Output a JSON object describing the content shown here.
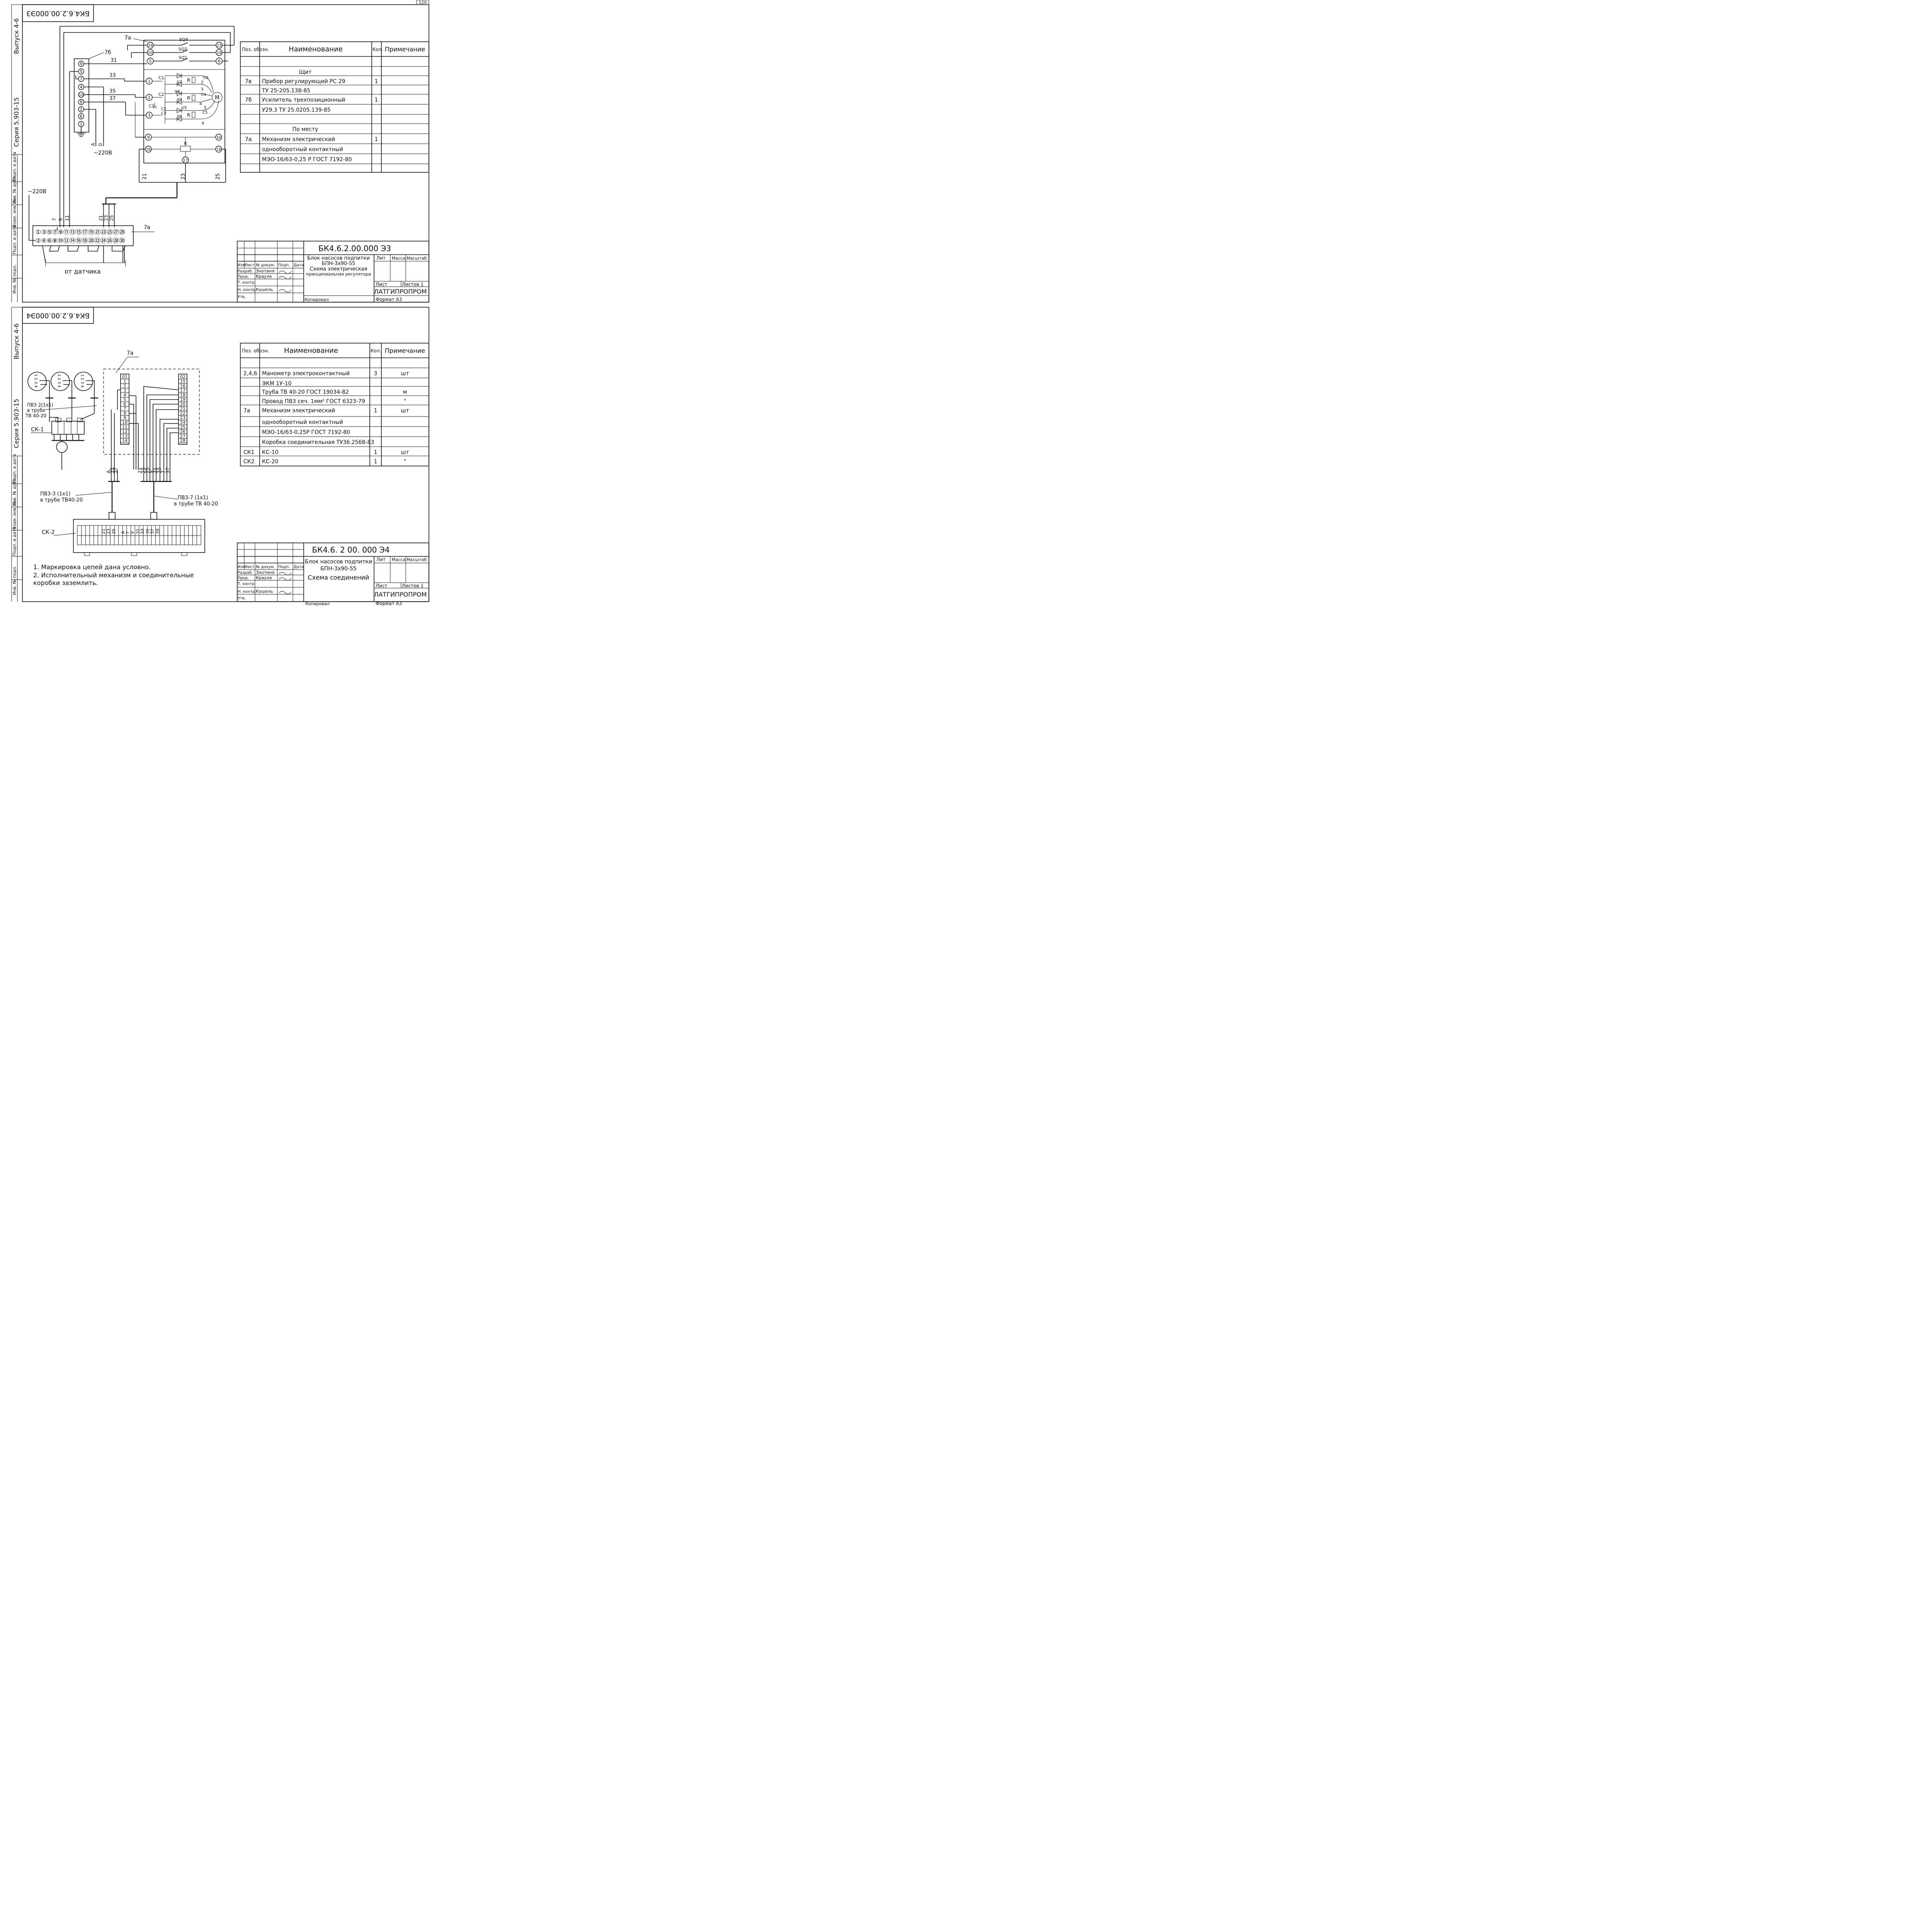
{
  "page_number": "120",
  "sheet1": {
    "code_box": "БК4.6.2.00.000Э3",
    "side": {
      "vypusk": "Выпуск 4-6",
      "seriya": "Серия 5.903-15",
      "cells": [
        "Подп. и дата",
        "Инв. № дубл.",
        "Взам. инв. №",
        "Подп. и дата",
        "Инв. № подл."
      ]
    },
    "labels": {
      "mech": "7а",
      "amp": "7б",
      "panel": "7в",
      "sq4": "SQ4",
      "sq2": "SQ2",
      "sq1": "SQ1",
      "w31": "31",
      "w33": "33",
      "w35": "35",
      "w37": "37",
      "ac1": "~220В",
      "ac2": "~220В",
      "phase_a": "А",
      "phase_0": "0",
      "from_sensor": "от датчика",
      "c1": "С1",
      "c2": "С2",
      "c1b": "С1",
      "c2b": "С2",
      "c3": "С3",
      "c4": "С4",
      "c5": "С5",
      "c6": "С6",
      "v2": "V2",
      "v3": "V3",
      "v4": "V4",
      "v5": "V5",
      "v6": "V6",
      "r1": "R",
      "r2": "R",
      "r3": "R",
      "r_pot": "R",
      "n2": "2",
      "n3": "3",
      "n4": "4",
      "n5": "5",
      "n6": "6",
      "motor": "М",
      "w21": "21",
      "w23": "23",
      "w25": "25",
      "p7": "7",
      "p9": "9",
      "p11": "11",
      "p21": "21",
      "p23": "23",
      "p25": "25"
    },
    "amp_terms": [
      "9",
      "5",
      "7",
      "4",
      "10",
      "8",
      "2",
      "6",
      "1"
    ],
    "mech_terms": {
      "t24": "24",
      "t20": "20",
      "t5": "5",
      "t1": "1",
      "t2": "2",
      "t3": "3",
      "t9": "9",
      "t16": "16",
      "t17": "17",
      "t23": "23",
      "t19": "19",
      "t6": "6",
      "t10": "10",
      "t18": "18"
    },
    "panel_top": "①③⑤⑦⑨⑪⑬⑮⑰⑲㉑㉓㉕㉗㉙",
    "panel_bottom": "②④⑥⑧⑩⑫⑭⑯⑱⑳㉒㉔㉖㉘㉚",
    "table": {
      "headers": [
        "Поз. обозн.",
        "Наименование",
        "Кол.",
        "Примечание"
      ],
      "rows": [
        {
          "pos": "",
          "name": "",
          "qty": "",
          "note": ""
        },
        {
          "pos": "",
          "name": "Щит",
          "qty": "",
          "note": ""
        },
        {
          "pos": "7в",
          "name": "Прибор регулирующий  РС 29",
          "qty": "1",
          "note": ""
        },
        {
          "pos": "",
          "name": "ТУ 25-205.138-85",
          "qty": "",
          "note": ""
        },
        {
          "pos": "7б",
          "name": "Усилитель трехпозиционный",
          "qty": "1",
          "note": ""
        },
        {
          "pos": "",
          "name": "У29.3   ТУ 25.0205.139-85",
          "qty": "",
          "note": ""
        },
        {
          "pos": "",
          "name": "",
          "qty": "",
          "note": ""
        },
        {
          "pos": "",
          "name": "По месту",
          "qty": "",
          "note": ""
        },
        {
          "pos": "7а",
          "name": "Механизм  электрический",
          "qty": "1",
          "note": ""
        },
        {
          "pos": "",
          "name": "однооборотный  контактный",
          "qty": "",
          "note": ""
        },
        {
          "pos": "",
          "name": "МЭО-16/63-0,25 Р   ГОСТ 7192-80",
          "qty": "",
          "note": ""
        },
        {
          "pos": "",
          "name": "",
          "qty": "",
          "note": ""
        }
      ]
    },
    "stamp": {
      "code": "БК4.6.2.00.000 Э3",
      "title1": "Блок насосов подпитки",
      "title2": "БПН-3х90-55",
      "title3": "Схема электрическая",
      "title4": "принципиальная регулятора",
      "h_izm": "Изм",
      "h_list": "Лист",
      "h_doc": "№ докум.",
      "h_podp": "Подп.",
      "h_date": "Дата",
      "razrab_label": "Разраб.",
      "razrab": "Знотиня",
      "prov_label": "Пров.",
      "prov": "Крауле",
      "tkontr_label": "Т. контр.",
      "nkontr_label": "Н. контр.",
      "nkontr": "Кушель",
      "utv_label": "Утв.",
      "lit": "Лит",
      "massa": "Масса",
      "masshtab": "Масштаб",
      "list": "Лист",
      "listov": "Листов 1",
      "org": "ЛАТГИПРОПРОМ",
      "copied": "Копировал",
      "format": "Формат А3"
    }
  },
  "sheet2": {
    "code_box": "БК4.6.2.00.000Э4",
    "side": {
      "vypusk": "Выпуск 4-6",
      "seriya": "Серия 5.903-15",
      "cells": [
        "Подп. и дата",
        "Инв. № дубл.",
        "Взам. инв. №",
        "Подп. и дата",
        "Инв. № подл."
      ]
    },
    "labels": {
      "mech": "7а",
      "pipe_small": "ПВ3 2(1х1)",
      "pipe_small2": "в трубе",
      "pipe_small3": "ТВ 40-20",
      "ck1": "СК-1",
      "ck2": "СК-2",
      "cable_left1": "ПВ3-3 (1х1)",
      "cable_left2": "в трубе ТВ40-20",
      "cable_right1": "ПВ3-7 (1х1)",
      "cable_right2": "в трубе ТВ 40-20",
      "wa": "А",
      "w35": "35",
      "w37": "37",
      "w21": "21",
      "w23": "23",
      "w25": "25",
      "w9": "9",
      "w31": "31",
      "w33": "33",
      "w7": "7",
      "gauge_pins": "1 2 3 4"
    },
    "mech_left": [
      "01",
      "1",
      "2",
      "3",
      "4",
      "5",
      "6",
      "7",
      "8",
      "9",
      "10",
      "11",
      "12",
      "13",
      "14"
    ],
    "mech_right": [
      "02",
      "15",
      "16",
      "17",
      "18",
      "19",
      "20",
      "21",
      "22",
      "23",
      "24",
      "25",
      "26",
      "27",
      "28"
    ],
    "ck2_terms": [
      "21",
      "23",
      "25",
      "",
      "А",
      "7",
      "9",
      "31",
      "33",
      "35",
      "37",
      "39"
    ],
    "notes": [
      "1. Маркировка  цепей  дана  условно.",
      "2. Исполнительный  механизм  и  соединительные",
      "    коробки  заземлить."
    ],
    "table": {
      "headers": [
        "Поз. обозн.",
        "Наименование",
        "Кол.",
        "Примечание"
      ],
      "rows": [
        {
          "pos": "",
          "name": "",
          "qty": "",
          "note": ""
        },
        {
          "pos": "2,4,6",
          "name": "Манометр электроконтактный",
          "qty": "3",
          "note": "шт"
        },
        {
          "pos": "",
          "name": "ЭКМ 1У-10",
          "qty": "",
          "note": ""
        },
        {
          "pos": "",
          "name": "Труба  ТВ 40-20  ГОСТ 19034-82",
          "qty": "",
          "note": "м"
        },
        {
          "pos": "",
          "name": "Провод ПВ3 сеч. 1мм² ГОСТ 6323-79",
          "qty": "",
          "note": "\""
        },
        {
          "pos": "7а",
          "name": "Механизм  электрический",
          "qty": "1",
          "note": "шт"
        },
        {
          "pos": "",
          "name": "однооборотный  контактный",
          "qty": "",
          "note": ""
        },
        {
          "pos": "",
          "name": "МЭО-16/63-0,25Р     ГОСТ 7192-80",
          "qty": "",
          "note": ""
        },
        {
          "pos": "",
          "name": "Коробка соединительная ТУ36.2568-83",
          "qty": "",
          "note": ""
        },
        {
          "pos": "СК1",
          "name": "КС-10",
          "qty": "1",
          "note": "шт"
        },
        {
          "pos": "СК2",
          "name": "КС-20",
          "qty": "1",
          "note": "\""
        }
      ]
    },
    "stamp": {
      "code": "БК4.6. 2 00. 000 Э4",
      "title1": "Блок насосов подпитки",
      "title2": "БПН-3х90-55",
      "title3": "Схема соединений",
      "h_izm": "Изм",
      "h_list": "Лист",
      "h_doc": "№ докум.",
      "h_podp": "Подп.",
      "h_date": "Дата",
      "razrab_label": "Разраб.",
      "razrab": "Знотиня",
      "prov_label": "Пров.",
      "prov": "Крауле",
      "tkontr_label": "Т. контр.",
      "nkontr_label": "Н. контр.",
      "nkontr": "Кушель",
      "utv_label": "Утв.",
      "lit": "Лит",
      "massa": "Масса",
      "masshtab": "Масштаб",
      "list": "Лист",
      "listov": "Листов 1",
      "org": "ЛАТГИПРОПРОМ",
      "copied": "Копировал",
      "format": "Формат А3"
    }
  }
}
